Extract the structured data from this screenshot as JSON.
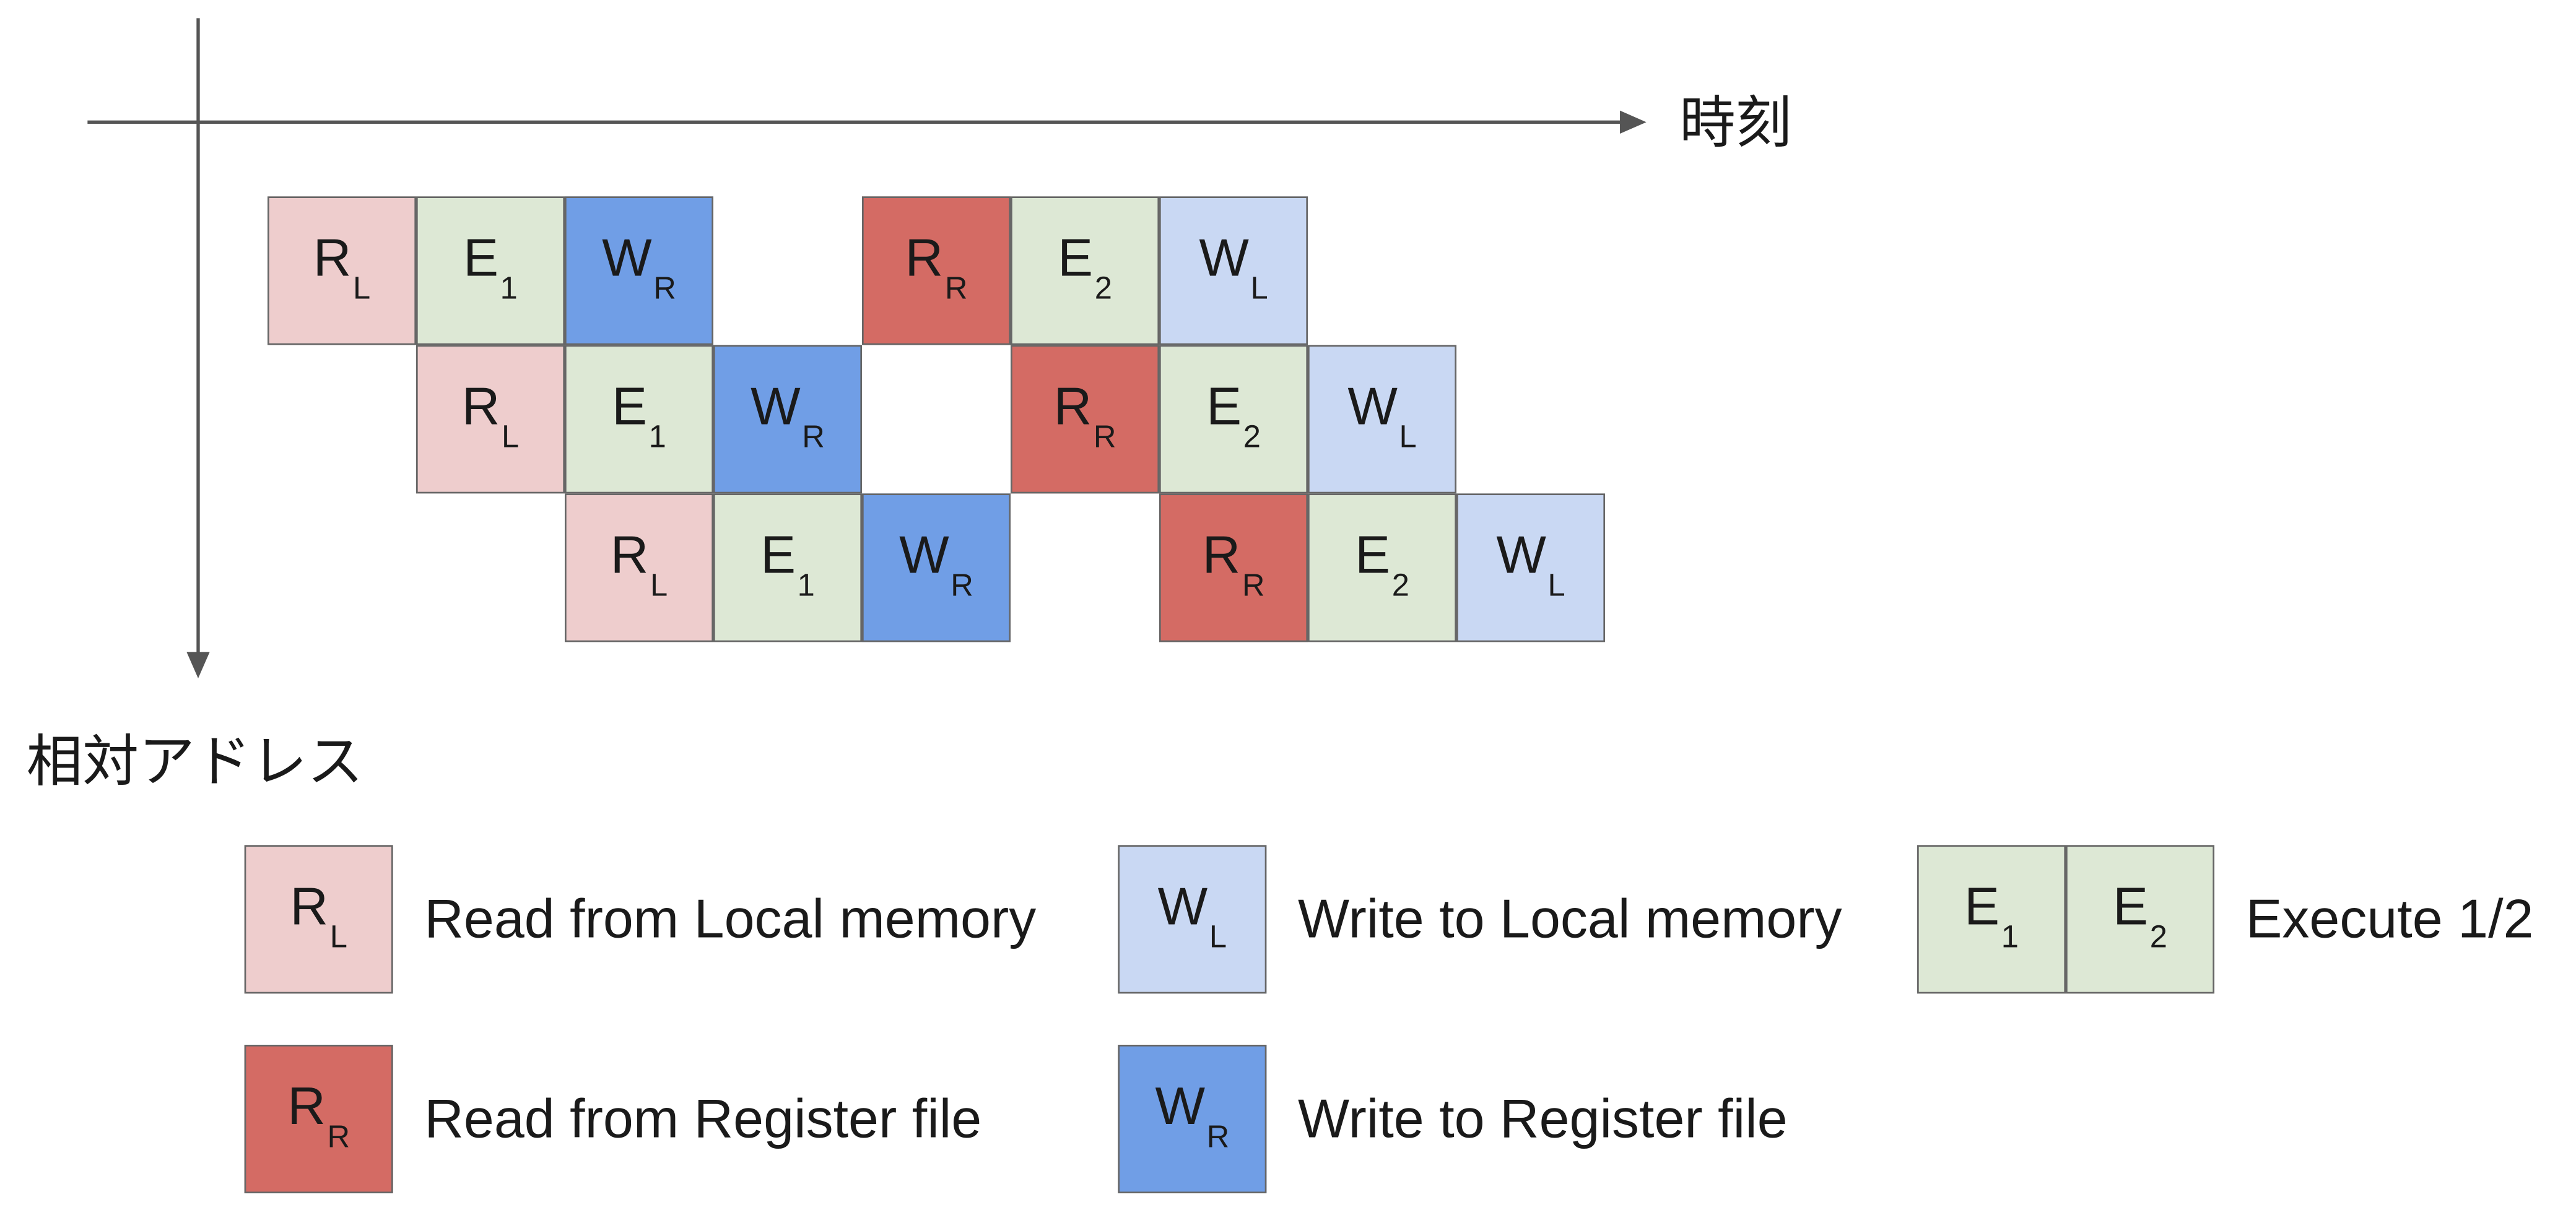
{
  "axes": {
    "time_label": "時刻",
    "address_label": "相対アドレス"
  },
  "colors": {
    "read_local": "#eecdcd",
    "read_register": "#d46b64",
    "execute": "#dde8d5",
    "write_local": "#c9d8f3",
    "write_register": "#709ee6",
    "grid_border": "#666666",
    "axis": "#555555"
  },
  "pipeline": {
    "rows": [
      {
        "row": 1,
        "stages": [
          {
            "type": "read_local",
            "letter": "R",
            "sub": "L"
          },
          {
            "type": "execute",
            "letter": "E",
            "sub": "1"
          },
          {
            "type": "write_register",
            "letter": "W",
            "sub": "R"
          },
          {
            "type": "read_register",
            "letter": "R",
            "sub": "R"
          },
          {
            "type": "execute",
            "letter": "E",
            "sub": "2"
          },
          {
            "type": "write_local",
            "letter": "W",
            "sub": "L"
          }
        ]
      },
      {
        "row": 2,
        "stages": [
          {
            "type": "read_local",
            "letter": "R",
            "sub": "L"
          },
          {
            "type": "execute",
            "letter": "E",
            "sub": "1"
          },
          {
            "type": "write_register",
            "letter": "W",
            "sub": "R"
          },
          {
            "type": "read_register",
            "letter": "R",
            "sub": "R"
          },
          {
            "type": "execute",
            "letter": "E",
            "sub": "2"
          },
          {
            "type": "write_local",
            "letter": "W",
            "sub": "L"
          }
        ]
      },
      {
        "row": 3,
        "stages": [
          {
            "type": "read_local",
            "letter": "R",
            "sub": "L"
          },
          {
            "type": "execute",
            "letter": "E",
            "sub": "1"
          },
          {
            "type": "write_register",
            "letter": "W",
            "sub": "R"
          },
          {
            "type": "read_register",
            "letter": "R",
            "sub": "R"
          },
          {
            "type": "execute",
            "letter": "E",
            "sub": "2"
          },
          {
            "type": "write_local",
            "letter": "W",
            "sub": "L"
          }
        ]
      }
    ]
  },
  "legend": {
    "items": [
      {
        "type": "read_local",
        "symbols": [
          {
            "letter": "R",
            "sub": "L"
          }
        ],
        "label": "Read from Local memory"
      },
      {
        "type": "write_local",
        "symbols": [
          {
            "letter": "W",
            "sub": "L"
          }
        ],
        "label": "Write to Local memory"
      },
      {
        "type": "execute",
        "symbols": [
          {
            "letter": "E",
            "sub": "1"
          },
          {
            "letter": "E",
            "sub": "2"
          }
        ],
        "label": "Execute 1/2"
      },
      {
        "type": "read_register",
        "symbols": [
          {
            "letter": "R",
            "sub": "R"
          }
        ],
        "label": "Read from Register file"
      },
      {
        "type": "write_register",
        "symbols": [
          {
            "letter": "W",
            "sub": "R"
          }
        ],
        "label": "Write to Register file"
      }
    ]
  }
}
